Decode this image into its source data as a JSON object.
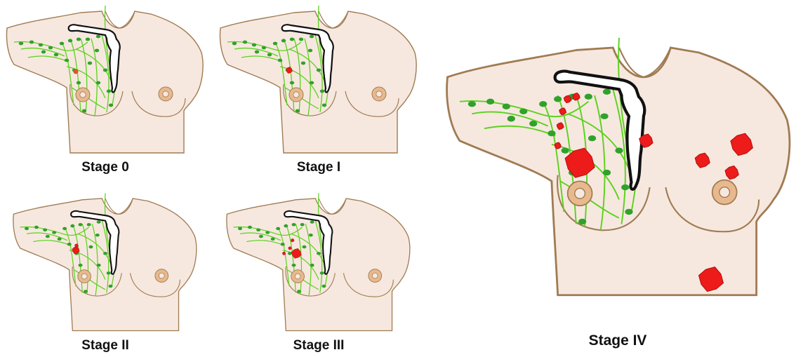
{
  "colors": {
    "skin": "#f6e8df",
    "outline": "#a07b52",
    "lymph": "#5cd11e",
    "node": "#2fa22b",
    "tumor": "#ee1b1b",
    "areola": "#e8b98e",
    "bone": "#ffffff"
  },
  "panels": [
    {
      "id": "stage-0",
      "label": "Stage 0",
      "tumors": "in-situ"
    },
    {
      "id": "stage-i",
      "label": "Stage I",
      "tumors": "small"
    },
    {
      "id": "stage-ii",
      "label": "Stage II",
      "tumors": "node-spread"
    },
    {
      "id": "stage-iii",
      "label": "Stage III",
      "tumors": "regional"
    },
    {
      "id": "stage-iv",
      "label": "Stage IV",
      "tumors": "distant"
    }
  ]
}
